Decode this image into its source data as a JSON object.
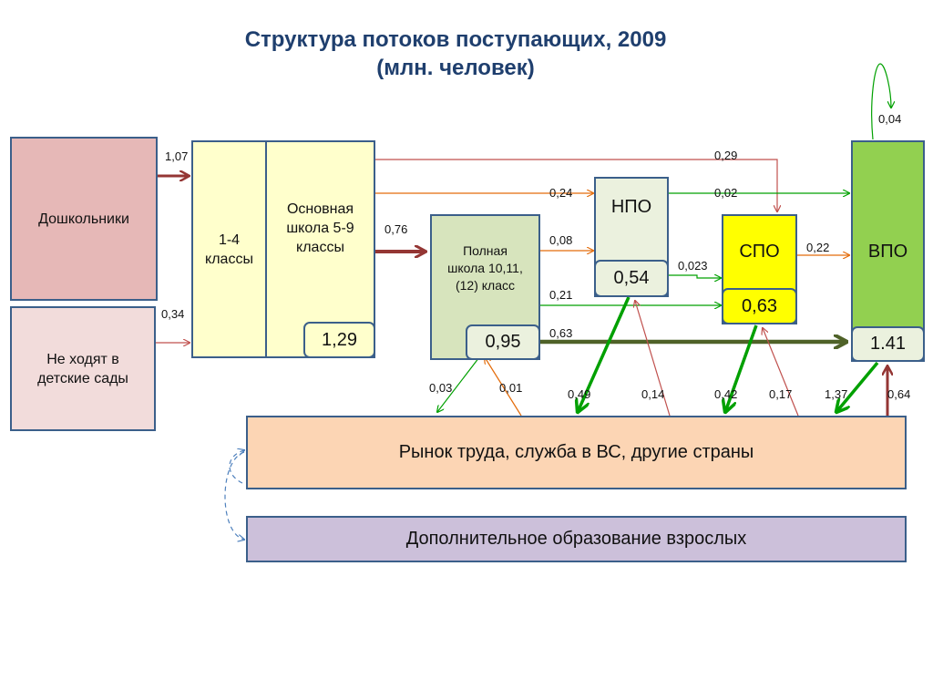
{
  "title": {
    "line1": "Структура потоков поступающих, 2009",
    "line2": "(млн. человек)"
  },
  "nodes": {
    "preschool": "Дошкольники",
    "no_kindergarten": "Не ходят в детские сады",
    "grades_1_4": "1-4 классы",
    "basic_school": "Основная школа 5-9 классы",
    "basic_school_value": "1,29",
    "full_school": "Полная школа 10,11, (12) класс",
    "full_school_value": "0,95",
    "npo": "НПО",
    "npo_value": "0,54",
    "spo": "СПО",
    "spo_value": "0,63",
    "vpo": "ВПО",
    "vpo_value": "1.41",
    "labor_market": "Рынок труда, служба в ВС, другие страны",
    "adult_education": "Дополнительное образование взрослых"
  },
  "flows": {
    "preschool_to_school": "1,07",
    "no_kg_to_school": "0,34",
    "basic_to_full": "0,76",
    "basic_to_spo": "0,29",
    "basic_to_npo": "0,24",
    "npo_to_vpo": "0,02",
    "full_to_npo": "0,08",
    "npo_to_spo": "0,023",
    "full_to_spo": "0,21",
    "spo_to_vpo": "0,22",
    "full_to_vpo": "0,63",
    "vpo_self": "0,04",
    "full_to_market": "0,03",
    "market_to_full": "0,01",
    "npo_to_market": "0,49",
    "market_to_npo": "0,14",
    "spo_to_market": "0,42",
    "market_to_spo": "0,17",
    "vpo_to_market": "1,37",
    "market_to_vpo": "0,64"
  },
  "colors": {
    "title": "#1f3f6e",
    "border": "#3b5f8a",
    "preschool": "#e6b8b7",
    "no_kindergarten": "#f2dcdb",
    "school": "#ffffcc",
    "full_school": "#d7e4bd",
    "npo": "#ebf1de",
    "spo": "#ffff00",
    "vpo": "#92d050",
    "labor_market": "#fcd5b4",
    "adult_education": "#ccc0da",
    "arrow_brown": "#c0504d",
    "arrow_dark_brown": "#943634",
    "arrow_green": "#00a000",
    "arrow_olive": "#4f6228",
    "arrow_orange": "#e46c0a",
    "arrow_dashed": "#4f81bd"
  }
}
